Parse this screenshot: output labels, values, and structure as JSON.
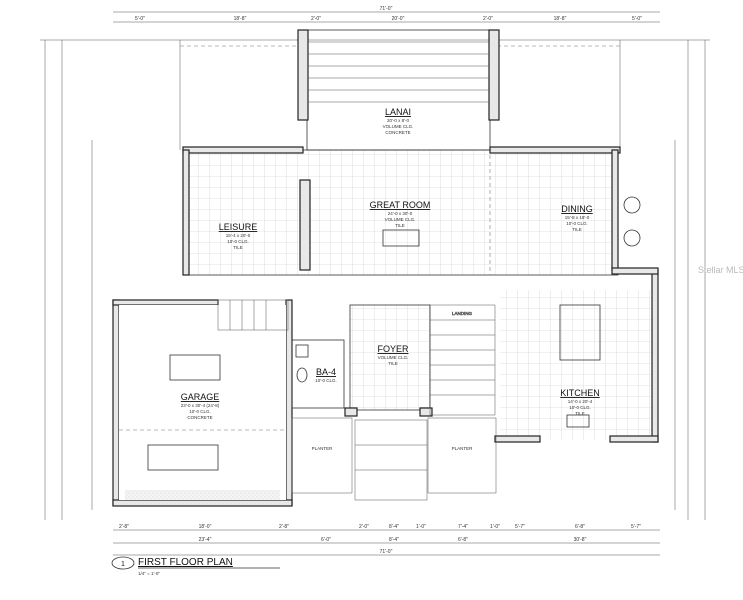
{
  "plan": {
    "title": "FIRST FLOOR PLAN",
    "scale": "1/4\" = 1'-0\"",
    "number": "1"
  },
  "rooms": {
    "lanai": {
      "name": "LANAI",
      "size": "20'-0 x 8'-0",
      "ceiling": "VOLUME CLG.",
      "floor": "CONCRETE"
    },
    "great_room": {
      "name": "GREAT ROOM",
      "size": "24'-0 x 30'-0",
      "ceiling": "VOLUME CLG.",
      "floor": "TILE"
    },
    "dining": {
      "name": "DINING",
      "size": "15'-8 x 18'-0",
      "ceiling": "10'-0 CLG.",
      "floor": "TILE"
    },
    "leisure": {
      "name": "LEISURE",
      "size": "15'-4 x 20'-0",
      "ceiling": "10'-0 CLG.",
      "floor": "TILE"
    },
    "garage": {
      "name": "GARAGE",
      "size": "23'-0 x 30'-4 (24'-8)",
      "ceiling": "10'-0 CLG.",
      "floor": "CONCRETE"
    },
    "foyer": {
      "name": "FOYER",
      "ceiling": "VOLUME CLG.",
      "floor": "TILE"
    },
    "bath": {
      "name": "BA-4",
      "ceiling": "10'-0 CLG."
    },
    "kitchen": {
      "name": "KITCHEN",
      "size": "14'-0 x 20'-4",
      "ceiling": "10'-0 CLG.",
      "floor": "TILE"
    },
    "planter_left": {
      "name": "PLANTER"
    },
    "planter_right": {
      "name": "PLANTER"
    },
    "landing": {
      "name": "LANDING"
    }
  },
  "dimensions": {
    "top_overall": "71'-0\"",
    "top": [
      "5'-0\"",
      "18'-8\"",
      "2'-0\"",
      "20'-0\"",
      "2'-0\"",
      "18'-8\"",
      "5'-0\""
    ],
    "bottom_row1": [
      "2'-8\"",
      "18'-0\"",
      "2'-8\"",
      "2'-0\"",
      "8'-4\"",
      "1'-0\"",
      "7'-4\"",
      "1'-0\"",
      "5'-7\"",
      "6'-8\"",
      "5'-7\""
    ],
    "bottom_row2": [
      "23'-4\"",
      "6'-0\"",
      "8'-4\"",
      "6'-8\"",
      "30'-8\""
    ],
    "bottom_overall": "71'-0\""
  },
  "watermark": "Stellar MLS"
}
